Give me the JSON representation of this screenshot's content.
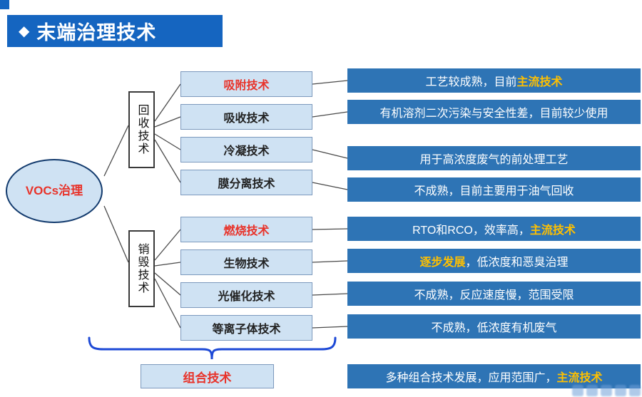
{
  "header": {
    "bullet": "◆",
    "title": "末端治理技术"
  },
  "root_node": {
    "label": "VOCs治理"
  },
  "categories": [
    {
      "label": "回收技术"
    },
    {
      "label": "销毁技术"
    }
  ],
  "technologies": [
    {
      "label": "吸附技术",
      "emphasis": true
    },
    {
      "label": "吸收技术",
      "emphasis": false
    },
    {
      "label": "冷凝技术",
      "emphasis": false
    },
    {
      "label": "膜分离技术",
      "emphasis": false
    },
    {
      "label": "燃烧技术",
      "emphasis": true
    },
    {
      "label": "生物技术",
      "emphasis": false
    },
    {
      "label": "光催化技术",
      "emphasis": false
    },
    {
      "label": "等离子体技术",
      "emphasis": false
    }
  ],
  "descriptions": [
    {
      "pre": "工艺较成熟，目前",
      "highlight": "主流技术",
      "post": ""
    },
    {
      "pre": "有机溶剂二次污染与安全性差，目前较少使用",
      "highlight": "",
      "post": ""
    },
    {
      "pre": "用于高浓度废气的前处理工艺",
      "highlight": "",
      "post": ""
    },
    {
      "pre": "不成熟，目前主要用于油气回收",
      "highlight": "",
      "post": ""
    },
    {
      "pre": "RTO和RCO，效率高，",
      "highlight": "主流技术",
      "post": ""
    },
    {
      "pre": "",
      "highlight": "逐步发展",
      "post": "，低浓度和恶臭治理"
    },
    {
      "pre": "不成熟，反应速度慢，范围受限",
      "highlight": "",
      "post": ""
    },
    {
      "pre": "不成熟，低浓度有机废气",
      "highlight": "",
      "post": ""
    }
  ],
  "combo": {
    "label": "组合技术",
    "desc_pre": "多种组合技术发展，应用范围广，",
    "desc_highlight": "主流技术",
    "desc_post": ""
  },
  "colors": {
    "title_bar_blue": "#1565c0",
    "desc_box_blue": "#2e74b5",
    "tech_box_light_blue": "#cfe2f3",
    "emphasis_red": "#e8332a",
    "highlight_orange": "#ffc000",
    "brace_blue": "#1d49d6"
  }
}
